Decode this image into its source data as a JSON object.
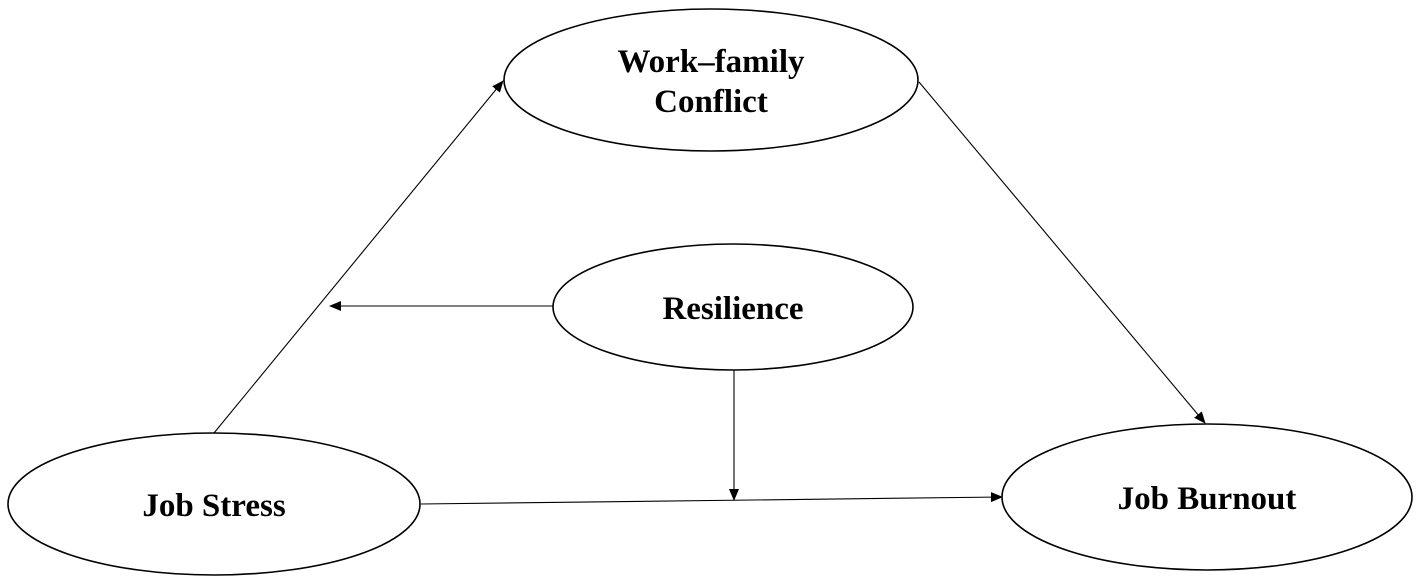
{
  "nodes": {
    "work_family_conflict": {
      "line1": "Work–family",
      "line2": "Conflict"
    },
    "resilience": {
      "label": "Resilience"
    },
    "job_stress": {
      "label": "Job Stress"
    },
    "job_burnout": {
      "label": "Job Burnout"
    }
  },
  "colors": {
    "stroke": "#000000",
    "fill": "#ffffff",
    "text": "#000000"
  }
}
